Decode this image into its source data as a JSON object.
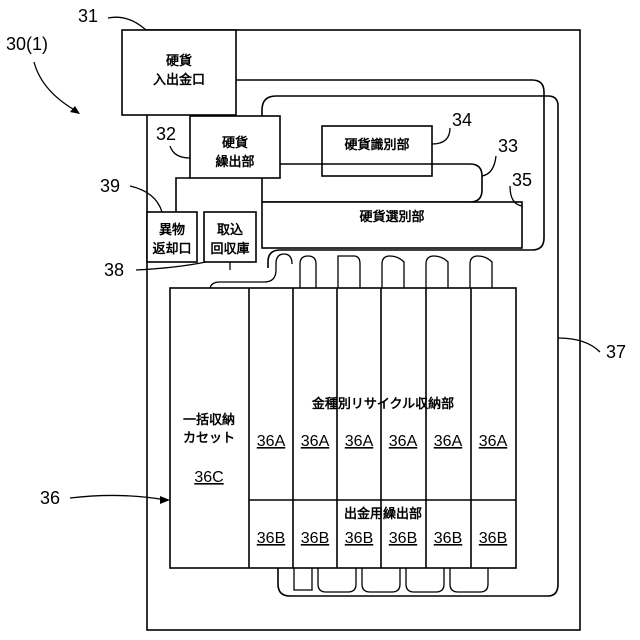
{
  "refs": {
    "r30": "30(1)",
    "r31": "31",
    "r32": "32",
    "r33": "33",
    "r34": "34",
    "r35": "35",
    "r36": "36",
    "r37": "37",
    "r38": "38",
    "r39": "39"
  },
  "boxes": {
    "inlet_l1": "硬貨",
    "inlet_l2": "入出金口",
    "feed_l1": "硬貨",
    "feed_l2": "繰出部",
    "ident": "硬貨識別部",
    "select": "硬貨選別部",
    "foreign_l1": "異物",
    "foreign_l2": "返却口",
    "reject_l1": "取込",
    "reject_l2": "回収庫",
    "cassette_l1": "一括収納",
    "cassette_l2": "カセット",
    "cassette_code": "36C",
    "recycle": "金種別リサイクル収納部",
    "dispense": "出金用繰出部"
  },
  "slots": {
    "a": [
      "36A",
      "36A",
      "36A",
      "36A",
      "36A",
      "36A"
    ],
    "b": [
      "36B",
      "36B",
      "36B",
      "36B",
      "36B",
      "36B"
    ]
  }
}
